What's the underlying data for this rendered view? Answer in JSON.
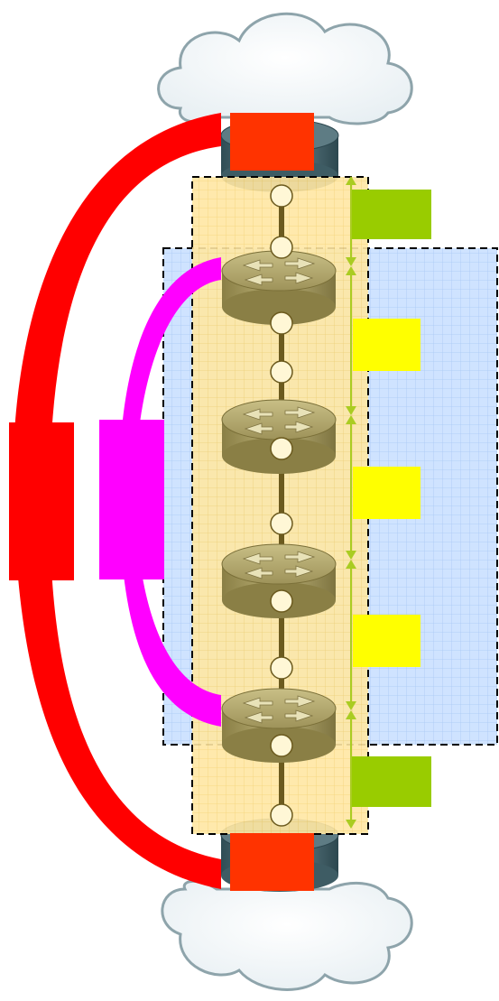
{
  "diagram": {
    "routers": [
      {
        "id": "router-1"
      },
      {
        "id": "router-2"
      },
      {
        "id": "router-3"
      },
      {
        "id": "router-4"
      }
    ],
    "edge_devices": [
      {
        "id": "edge-top"
      },
      {
        "id": "edge-bottom"
      }
    ],
    "clouds": [
      {
        "id": "cloud-top"
      },
      {
        "id": "cloud-bottom"
      }
    ],
    "interfaces_count": 10,
    "labels": {
      "left_red": "",
      "left_magenta": "",
      "top_green": "",
      "bottom_green": "",
      "yellow_1": "",
      "yellow_2": "",
      "yellow_3": ""
    },
    "colors": {
      "red": "#ff0000",
      "magenta": "#ff00ff",
      "orange_red": "#ff3300",
      "green": "#99cc00",
      "yellow": "#ffff00",
      "blue_region": "#cce0ff",
      "orange_region": "#ffe090",
      "router_body": "#a69a5a",
      "arrow": "#aacc22"
    }
  }
}
